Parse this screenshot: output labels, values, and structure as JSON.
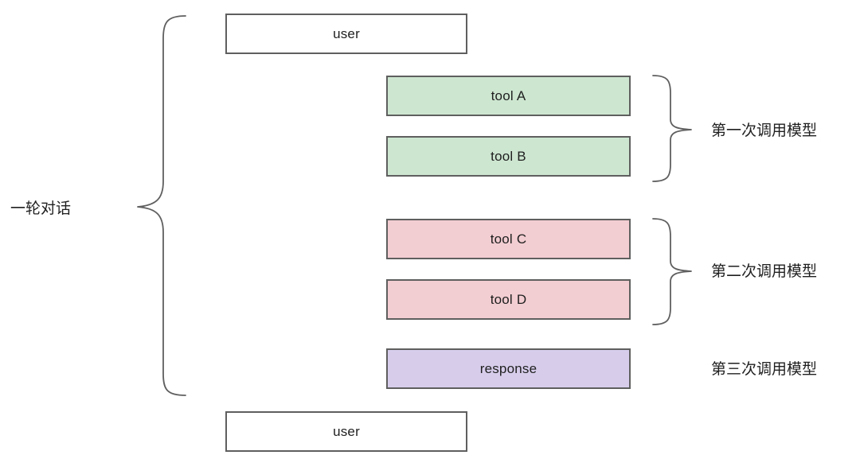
{
  "diagram": {
    "left_label": "一轮对话",
    "nodes": {
      "user_top": "user",
      "tool_a": "tool A",
      "tool_b": "tool B",
      "tool_c": "tool C",
      "tool_d": "tool D",
      "response": "response",
      "user_bottom": "user"
    },
    "stage_labels": [
      "第一次调用模型",
      "第二次调用模型",
      "第三次调用模型"
    ],
    "colors": {
      "tool_green_fill": "#cde6d0",
      "tool_pink_fill": "#f2cdd1",
      "response_fill": "#d7cdeb",
      "user_fill": "#ffffff",
      "border": "#5f5f5f",
      "text": "#1f1f1f",
      "background": "#ffffff"
    }
  }
}
